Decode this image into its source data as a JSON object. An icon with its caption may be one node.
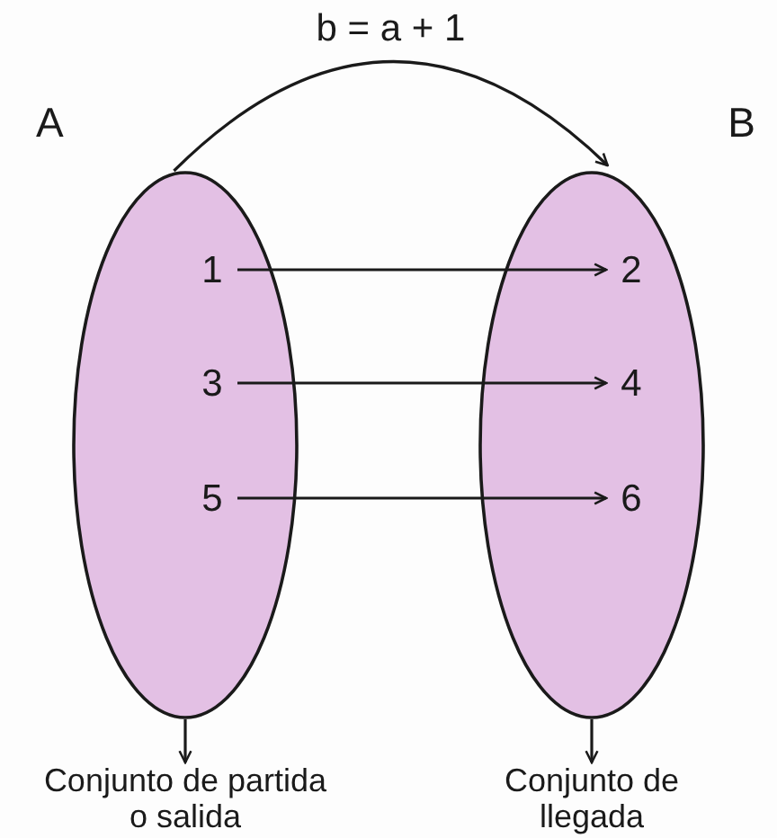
{
  "diagram": {
    "nodes": [
      {
        "text": [
          "A"
        ]
      },
      {
        "text": [
          "B"
        ]
      },
      {
        "text": [
          "1"
        ],
        "in": 0
      },
      {
        "text": [
          "3"
        ],
        "in": 0
      },
      {
        "text": [
          "5"
        ],
        "in": 0
      },
      {
        "text": [
          "2"
        ],
        "in": 1
      },
      {
        "text": [
          "4"
        ],
        "in": 1
      },
      {
        "text": [
          "6"
        ],
        "in": 1
      },
      {
        "text": [
          "Conjunto de partida o salida"
        ]
      },
      {
        "text": [
          "Conjunto de llegada"
        ]
      }
    ],
    "edges": [
      {
        "from": 0,
        "to": 1,
        "arrow": "to",
        "label": "b = a + 1"
      },
      {
        "from": 2,
        "to": 5,
        "arrow": "to"
      },
      {
        "from": 3,
        "to": 6,
        "arrow": "to"
      },
      {
        "from": 4,
        "to": 7,
        "arrow": "to"
      },
      {
        "from": 0,
        "to": 8,
        "arrow": "to"
      },
      {
        "from": 1,
        "to": 9,
        "arrow": "to"
      }
    ]
  }
}
